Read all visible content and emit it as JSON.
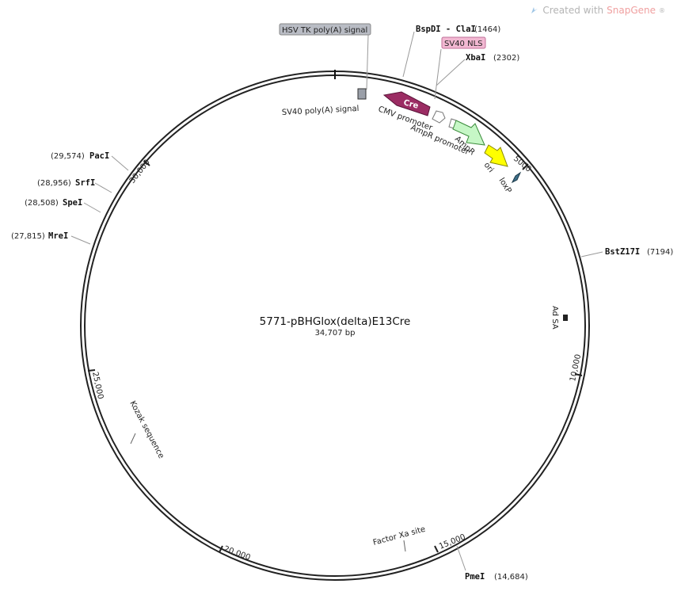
{
  "watermark": {
    "prefix": "Created with ",
    "brand": "SnapGene",
    "mark": "®"
  },
  "plasmid": {
    "name": "5771-pBHGlox(delta)E13Cre",
    "size_label": "34,707 bp",
    "length_bp": 34707
  },
  "ticks": [
    {
      "label": "5000",
      "bp": 5000
    },
    {
      "label": "10,000",
      "bp": 10000
    },
    {
      "label": "15,000",
      "bp": 15000
    },
    {
      "label": "20,000",
      "bp": 20000
    },
    {
      "label": "25,000",
      "bp": 25000
    },
    {
      "label": "30,000",
      "bp": 30000
    }
  ],
  "enzymes": [
    {
      "name": "BspDI - ClaI",
      "position": "(1464)"
    },
    {
      "name": "XbaI",
      "position": "(2302)"
    },
    {
      "name": "BstZ17I",
      "position": "(7194)"
    },
    {
      "name": "PmeI",
      "position": "(14,684)"
    },
    {
      "name": "MreI",
      "position": "(27,815)"
    },
    {
      "name": "SpeI",
      "position": "(28,508)"
    },
    {
      "name": "SrfI",
      "position": "(28,956)"
    },
    {
      "name": "PacI",
      "position": "(29,574)"
    }
  ],
  "features": [
    {
      "name": "HSV TK poly(A) signal",
      "boxed": true,
      "color": "#b9bcc4"
    },
    {
      "name": "SV40 NLS",
      "boxed": true,
      "color": "#f2b8d2"
    },
    {
      "name": "SV40 poly(A) signal",
      "color": "#9a9fa8"
    },
    {
      "name": "Cre",
      "color": "#9b2c63"
    },
    {
      "name": "CMV promoter",
      "color": "#ffffff"
    },
    {
      "name": "AmpR promoter",
      "color": "#ffffff"
    },
    {
      "name": "AmpR",
      "color": "#c6f7c6"
    },
    {
      "name": "ori",
      "color": "#ffff00"
    },
    {
      "name": "loxP",
      "color": "#3d6f8a"
    },
    {
      "name": "Ad SA",
      "color": "#222222"
    },
    {
      "name": "Kozak sequence"
    },
    {
      "name": "Factor Xa site"
    }
  ]
}
